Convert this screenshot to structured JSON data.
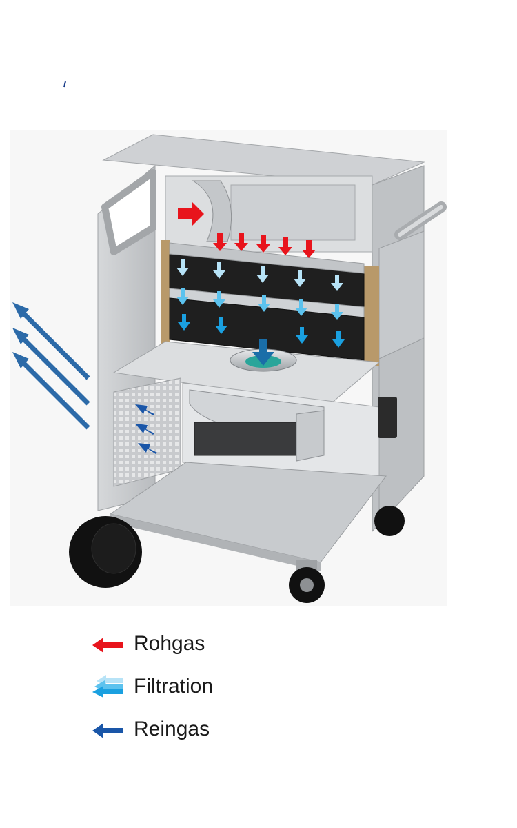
{
  "colors": {
    "rohgas": "#e8141c",
    "filtration_light": "#b7e3f7",
    "filtration_mid": "#5cc2ee",
    "filtration_dark": "#1aa0e0",
    "reingas": "#1a56a8",
    "reingas_outer": "#2c6aa8",
    "housing": "#c9cbce",
    "housing_dark": "#a8abae",
    "filter_media": "#1f1f1f",
    "filter_frame": "#b8996a",
    "wheel": "#111111"
  },
  "legend": {
    "rohgas": {
      "label": "Rohgas",
      "icon": "arrow-left-red-icon"
    },
    "filtration": {
      "label": "Filtration",
      "icon": "arrow-left-gradient-blue-icon"
    },
    "reingas": {
      "label": "Reingas",
      "icon": "arrow-left-darkblue-icon"
    }
  }
}
